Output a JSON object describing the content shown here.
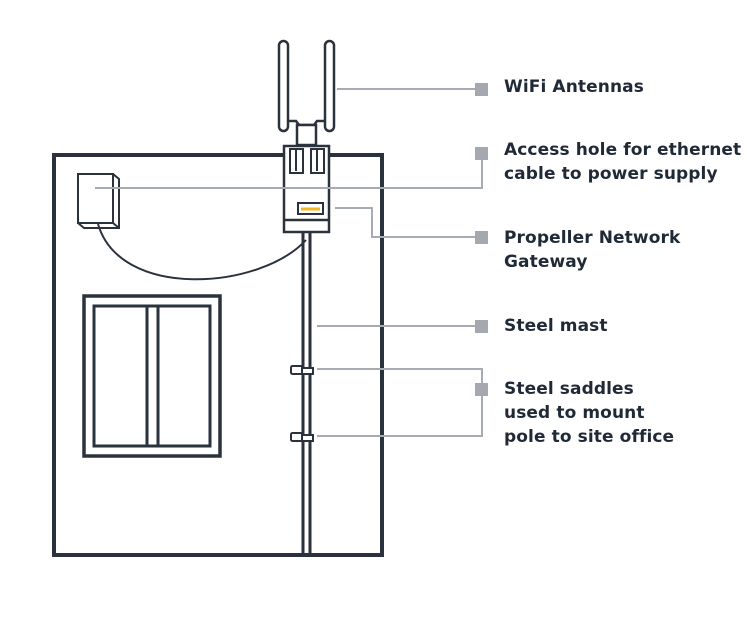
{
  "title": "Propeller Network Gateway mounting diagram",
  "colors": {
    "outline": "#2a323d",
    "leader": "#a7acb2",
    "marker": "#a4a9af",
    "led": "#f1b727",
    "text": "#1f2a36"
  },
  "labels": {
    "wifi_antennas": [
      "WiFi Antennas"
    ],
    "access_hole": [
      "Access hole for ethernet",
      "cable to power supply"
    ],
    "gateway": [
      "Propeller Network",
      "Gateway"
    ],
    "steel_mast": [
      "Steel mast"
    ],
    "steel_saddles": [
      "Steel saddles",
      "used to mount",
      "pole to site office"
    ]
  }
}
